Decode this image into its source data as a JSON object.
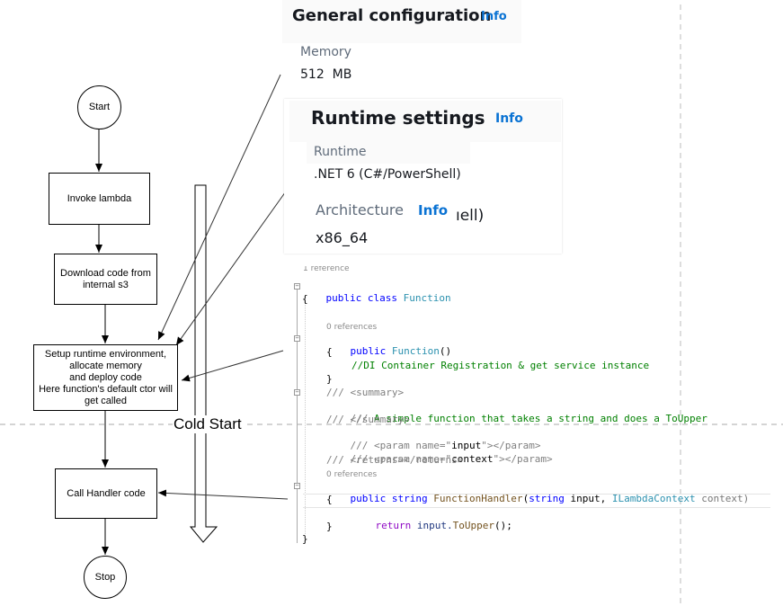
{
  "flow": {
    "start": "Start",
    "invoke": "Invoke lambda",
    "download": "Download code from internal s3",
    "setup_lines": [
      "Setup runtime environment,",
      "allocate memory",
      "and deploy code",
      "Here function's default ctor will",
      "get called"
    ],
    "call_handler": "Call Handler code",
    "stop": "Stop",
    "cold_start": "Cold Start"
  },
  "general": {
    "title": "General configuration",
    "info": "Info",
    "memory_label": "Memory",
    "memory_value": "512  MB"
  },
  "runtime": {
    "title": "Runtime settings",
    "info": "Info",
    "runtime_label": "Runtime",
    "runtime_value": ".NET 6 (C#/PowerShell)",
    "arch_label": "Architecture",
    "arch_info": "Info",
    "overflow_text": "ıell)",
    "arch_value": "x86_64"
  },
  "code": {
    "refs_top": "1 reference",
    "class_kw": "public class",
    "class_name": "Function",
    "brace_open": "{",
    "brace_close": "}",
    "refs_ctor": "0 references",
    "ctor_kw": "public",
    "ctor_name": "Function",
    "ctor_parens": "()",
    "ctor_comment": "//DI Container Registration & get service instance",
    "doc1": "/// <summary>",
    "doc2_prefix": "///",
    "doc2_text": " A simple function that takes a string and does a ToUpper",
    "doc3": "/// </summary>",
    "doc4_a": "/// <param name=\"",
    "doc4_name": "input",
    "doc4_b": "\"></param>",
    "doc5_a": "/// <param name=\"",
    "doc5_name": "context",
    "doc5_b": "\"></param>",
    "doc6": "/// <returns></returns>",
    "refs_handler": "0 references",
    "handler_kw": "public string",
    "handler_name": "FunctionHandler",
    "handler_p1_type": "string",
    "handler_p1_name": " input, ",
    "handler_p2_type": "ILambdaContext",
    "handler_p2_name": " context)",
    "return_kw": "return",
    "return_expr": " input.",
    "return_call": "ToUpper",
    "return_end": "();"
  },
  "colors": {
    "info": "#0972d3",
    "stroke": "#000000",
    "code_keyword": "#0000ff",
    "code_type": "#2b91af",
    "code_comment": "#008000"
  },
  "icons": {
    "fold": "collapse-box-icon"
  }
}
